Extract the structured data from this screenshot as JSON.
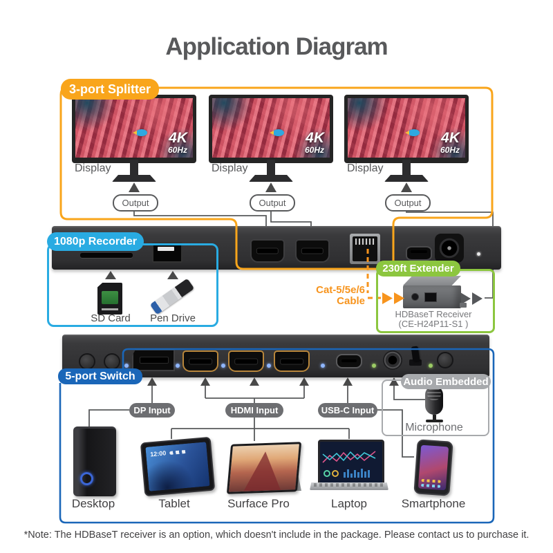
{
  "title": "Application Diagram",
  "note": "*Note: The HDBaseT receiver is an option, which doesn't include in the package. Please contact us to purchase it.",
  "colors": {
    "orange": "#F9A51B",
    "cyan": "#29ABE2",
    "green": "#8CC63F",
    "blue": "#1A66B8",
    "line": "#58595B",
    "gray_pill": "#6D6E71",
    "audio_gray": "#A7A9AC",
    "cable_orange": "#F7941D"
  },
  "splitter": {
    "label": "3-port Splitter",
    "displays": [
      {
        "label": "Display",
        "res": "4K",
        "rate": "60Hz",
        "output": "Output"
      },
      {
        "label": "Display",
        "res": "4K",
        "rate": "60Hz",
        "output": "Output"
      },
      {
        "label": "Display",
        "res": "4K",
        "rate": "60Hz",
        "output": "Output"
      }
    ]
  },
  "recorder": {
    "label": "1080p Recorder",
    "sd_label": "SD Card",
    "pen_label": "Pen Drive"
  },
  "extender": {
    "label": "230ft Extender",
    "cable_line1": "Cat-5/5e/6",
    "cable_line2": "Cable",
    "receiver_name": "HDBaseT Receiver",
    "receiver_model": "(CE-H24P11-S1 )"
  },
  "switch": {
    "label": "5-port Switch",
    "audio_label": "Audio Embedded",
    "microphone_label": "Microphone",
    "inputs": [
      {
        "label": "DP Input"
      },
      {
        "label": "HDMI Input"
      },
      {
        "label": "USB-C Input"
      }
    ],
    "sources": [
      {
        "label": "Desktop"
      },
      {
        "label": "Tablet",
        "time": "12:00"
      },
      {
        "label": "Surface Pro"
      },
      {
        "label": "Laptop"
      },
      {
        "label": "Smartphone"
      }
    ]
  }
}
